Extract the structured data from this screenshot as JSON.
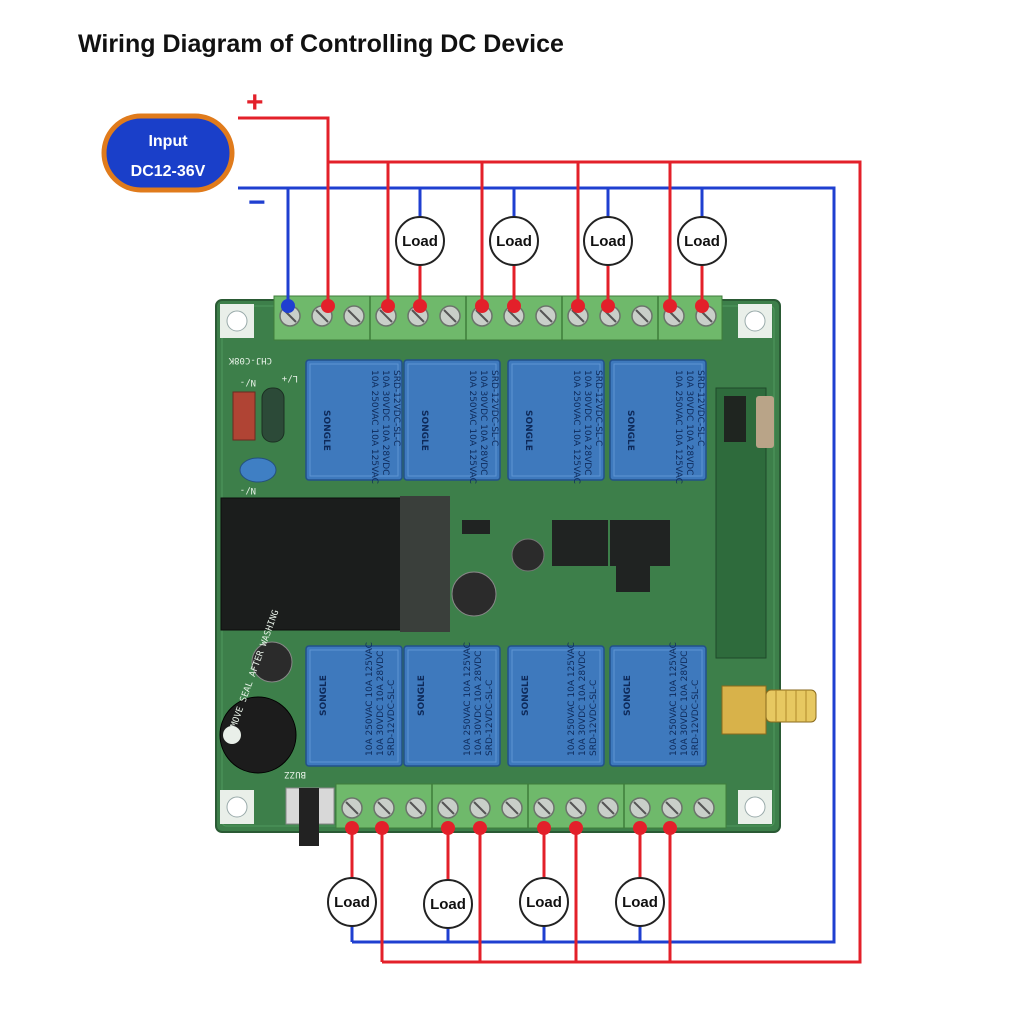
{
  "title": "Wiring Diagram of Controlling DC Device",
  "input": {
    "line1": "Input",
    "line2": "DC12-36V"
  },
  "polarity": {
    "plus": "+",
    "minus": "−"
  },
  "load_label": "Load",
  "relay": {
    "brand": "SONGLE",
    "model": "SRD-12VDC-SL-C",
    "rating1": "10A 250VAC 10A 125VAC",
    "rating2": "10A 30VDC 10A 28VDC"
  },
  "board": {
    "model_mark": "CHJ-C08K",
    "mark_n": "N/-",
    "mark_l": "L/+",
    "buzzer_text": "REMOVE SEAL AFTER WASHING",
    "buzz_mark": "BUZZ"
  },
  "colors": {
    "positive_wire": "#e3202a",
    "negative_wire": "#1f3fd0",
    "pcb": "#3d7f4a",
    "terminal": "#6fb96b",
    "relay": "#3e79bd",
    "input_fill": "#1a3fc9",
    "input_border": "#e07b1c"
  }
}
